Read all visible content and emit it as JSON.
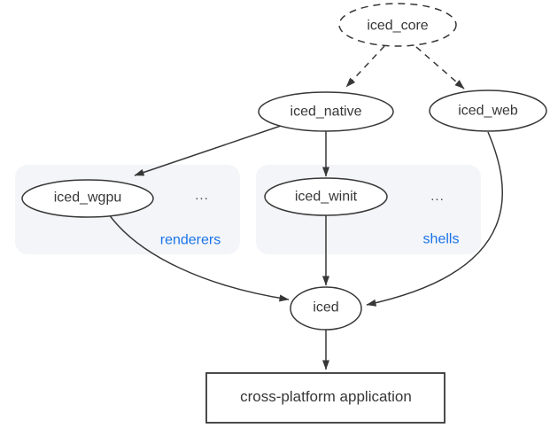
{
  "diagram": {
    "nodes": {
      "iced_core": {
        "label": "iced_core"
      },
      "iced_native": {
        "label": "iced_native"
      },
      "iced_web": {
        "label": "iced_web"
      },
      "iced_wgpu": {
        "label": "iced_wgpu"
      },
      "iced_winit": {
        "label": "iced_winit"
      },
      "iced": {
        "label": "iced"
      },
      "application": {
        "label": "cross-platform application"
      }
    },
    "groups": {
      "renderers": {
        "label": "renderers",
        "ellipsis": "..."
      },
      "shells": {
        "label": "shells",
        "ellipsis": "..."
      }
    },
    "edges": [
      {
        "from": "iced_core",
        "to": "iced_native",
        "style": "dashed"
      },
      {
        "from": "iced_core",
        "to": "iced_web",
        "style": "dashed"
      },
      {
        "from": "iced_native",
        "to": "iced_wgpu",
        "style": "solid"
      },
      {
        "from": "iced_native",
        "to": "iced_winit",
        "style": "solid"
      },
      {
        "from": "iced_wgpu",
        "to": "iced",
        "style": "solid"
      },
      {
        "from": "iced_winit",
        "to": "iced",
        "style": "solid"
      },
      {
        "from": "iced_web",
        "to": "iced",
        "style": "solid"
      },
      {
        "from": "iced",
        "to": "application",
        "style": "solid"
      }
    ],
    "colors": {
      "group_label_blue": "#1a73e8",
      "stroke": "#373737",
      "group_fill": "#f3f5f8",
      "background": "#ffffff"
    }
  }
}
